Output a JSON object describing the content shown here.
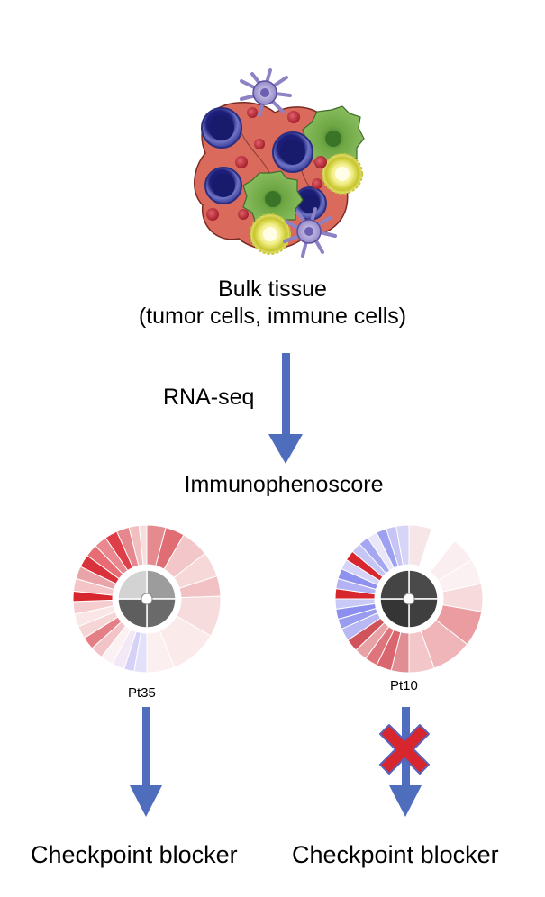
{
  "bulk": {
    "title": "Bulk tissue",
    "subtitle": "(tumor cells, immune cells)"
  },
  "method_label": "RNA-seq",
  "score_label": "Immunophenoscore",
  "patients": [
    {
      "label": "Pt35",
      "outcome": "Checkpoint blocker",
      "response": "responder"
    },
    {
      "label": "Pt10",
      "outcome": "Checkpoint blocker",
      "response": "non-responder"
    }
  ],
  "colors": {
    "arrow": "#4f6dbd",
    "x_mark": "#d8262e",
    "high": "#d8262e",
    "low": "#7a7df0"
  }
}
